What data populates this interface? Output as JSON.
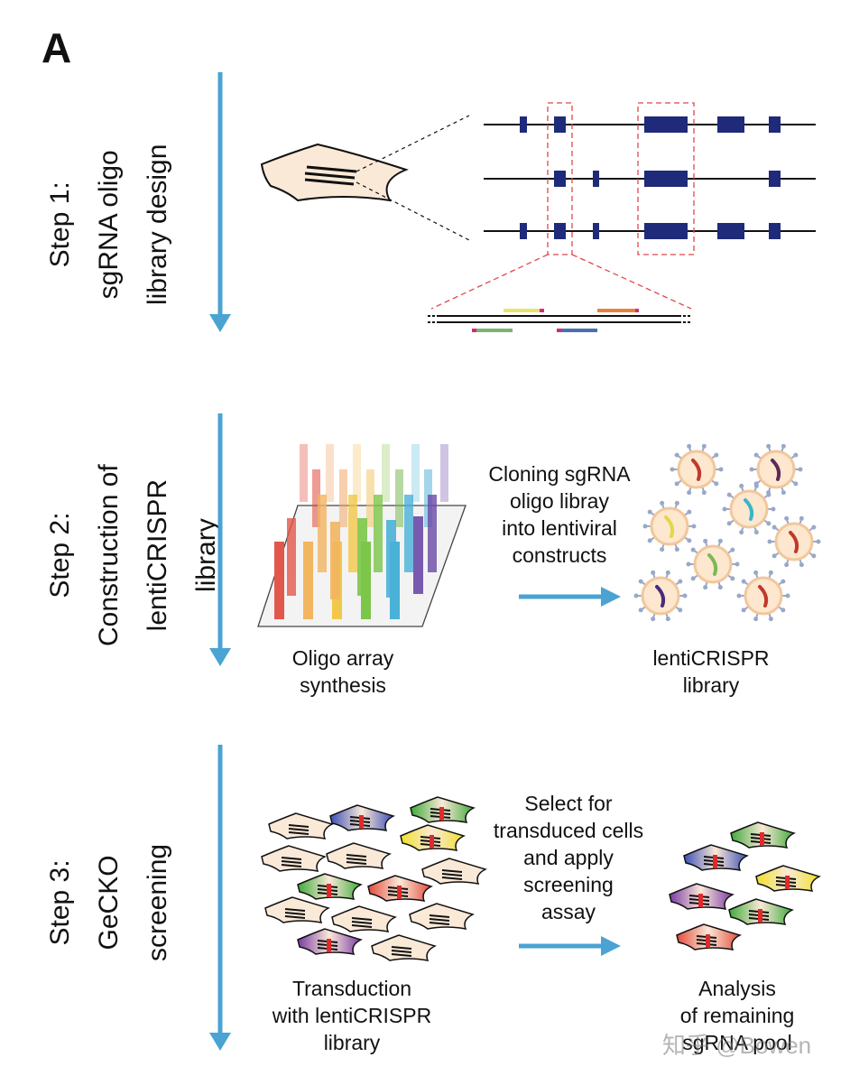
{
  "panel_label": "A",
  "steps": [
    {
      "lines": [
        "Step 1:",
        "sgRNA oligo",
        "library design"
      ]
    },
    {
      "lines": [
        "Step 2:",
        "Construction of",
        "lentiCRISPR",
        "library"
      ]
    },
    {
      "lines": [
        "Step 3:",
        "GeCKO",
        "screening"
      ]
    }
  ],
  "captions": {
    "oligo_array": [
      "Oligo array",
      "synthesis"
    ],
    "cloning": [
      "Cloning sgRNA",
      "oligo libray",
      "into lentiviral",
      "constructs"
    ],
    "library": [
      "lentiCRISPR",
      "library"
    ],
    "select": [
      "Select for",
      "transduced cells",
      "and apply",
      "screening",
      "assay"
    ],
    "transduction": [
      "Transduction",
      "with lentiCRISPR",
      "library"
    ],
    "analysis": [
      "Analysis",
      "of remaining",
      "sgRNA pool"
    ]
  },
  "watermark": "知乎 @Bowen",
  "colors": {
    "arrow_blue": "#4aa3d3",
    "exon_navy": "#1f2a7a",
    "dash_red": "#e0484a",
    "cell_fill": "#fbe9d8"
  }
}
